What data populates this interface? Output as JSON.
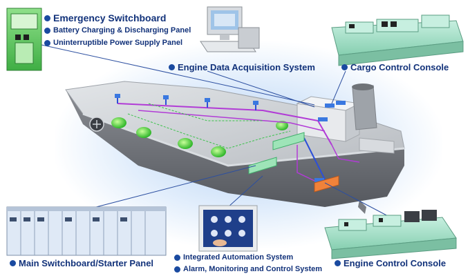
{
  "colors": {
    "label_text": "#12327a",
    "hull": "#6f7278",
    "deck": "#c9cdd2",
    "piping_purple": "#b13bd6",
    "piping_blue": "#2c4fd8",
    "piping_green": "#3ac24a",
    "console_green": "#9fdcc3"
  },
  "labels": {
    "emergency_switchboard": "Emergency Switchboard",
    "battery_panel": "Battery Charging & Discharging Panel",
    "ups_panel": "Uninterruptible Power Supply Panel",
    "engine_data": "Engine Data Acquisition System",
    "cargo_console": "Cargo Control Console",
    "main_switchboard": "Main Switchboard/Starter Panel",
    "integrated_automation": "Integrated Automation System",
    "alarm_monitoring": "Alarm, Monitoring and Control System",
    "engine_console": "Engine Control Console"
  }
}
